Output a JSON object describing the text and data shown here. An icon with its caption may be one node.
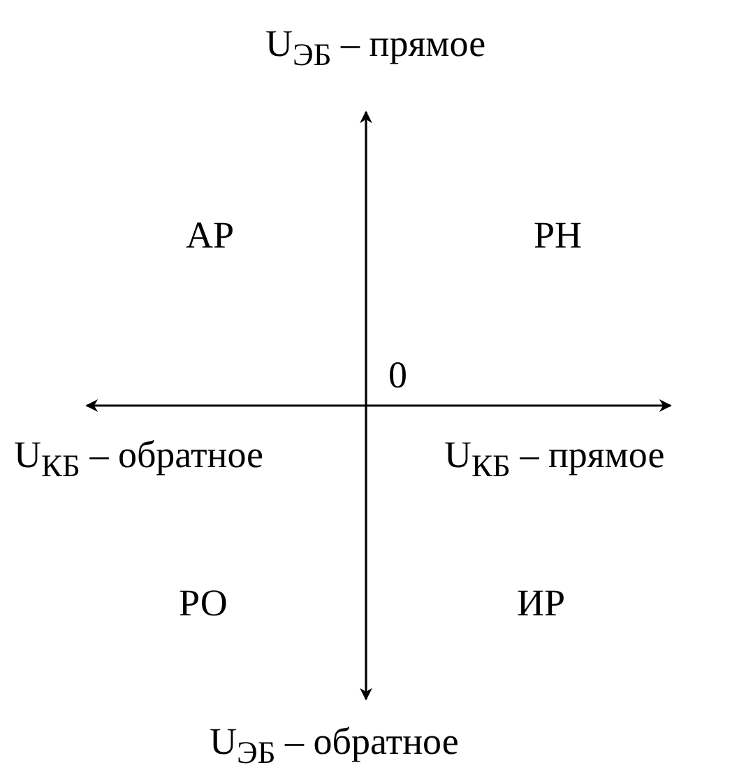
{
  "diagram": {
    "labels": [
      "U$_{ЭБ}$ – прямое",
      "АР",
      "РН",
      "0",
      "U$_{КБ}$ – обратное",
      "U$_{КБ}$ – прямое",
      "РО",
      "ИР",
      "U$_{ЭБ}$ – обратное"
    ]
  }
}
